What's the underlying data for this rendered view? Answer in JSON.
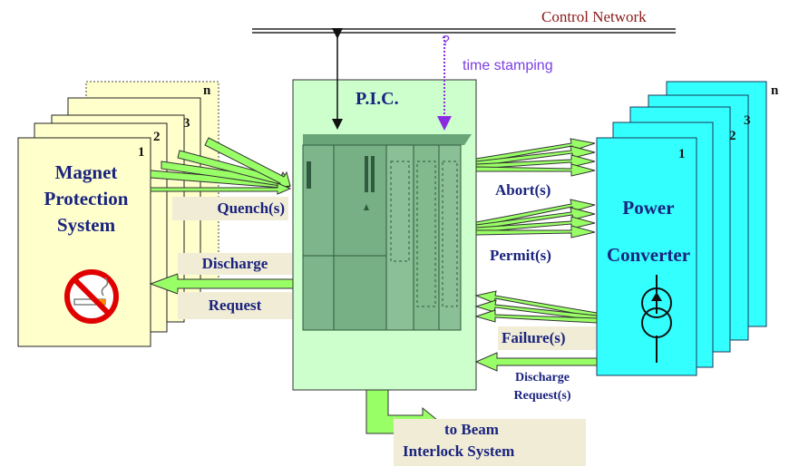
{
  "network": {
    "label": "Control Network",
    "time_stamping": "time stamping",
    "question_mark": "?"
  },
  "magnet_protection": {
    "title_lines": [
      "Magnet",
      "Protection",
      "System"
    ],
    "stack_numbers": [
      "1",
      "2",
      "3",
      "n"
    ],
    "icon": "no-smoking-icon"
  },
  "plc": {
    "title": "P.I.C.",
    "icon": "plc-rack-icon"
  },
  "power_converter": {
    "title_lines": [
      "Power",
      "Converter"
    ],
    "stack_numbers": [
      "1",
      "2",
      "3",
      "n"
    ],
    "icon": "current-source-icon"
  },
  "signals": {
    "quench": "Quench(s)",
    "discharge_request_lines": [
      "Discharge",
      "Request"
    ],
    "aborts": "Abort(s)",
    "permits": "Permit(s)",
    "failures": "Failure(s)",
    "discharge_requests_lines": [
      "Discharge",
      "Request(s)"
    ],
    "beam_interlock_lines": [
      "to Beam",
      "Interlock System"
    ]
  },
  "colors": {
    "magnet_fill": "#ffffcc",
    "plc_fill": "#ccffcc",
    "converter_fill": "#33ffff",
    "arrow_fill": "#99ff66",
    "label_text": "#1a237e",
    "network_text": "#8b1a1a",
    "time_stamp": "#7b3fe4",
    "label_background": "#f1ecd6"
  }
}
